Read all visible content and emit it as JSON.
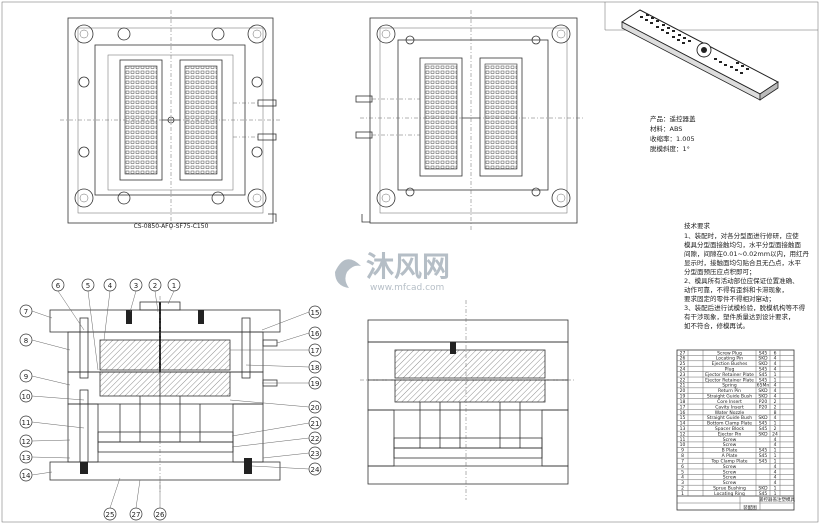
{
  "drawing_code": "CS-0850-AFO-SF75-C150",
  "callouts": [
    "1",
    "2",
    "3",
    "4",
    "5",
    "6",
    "7",
    "8",
    "9",
    "10",
    "11",
    "12",
    "13",
    "14",
    "15",
    "16",
    "17",
    "18",
    "19",
    "20",
    "21",
    "22",
    "23",
    "24",
    "25",
    "26",
    "27"
  ],
  "product_info": {
    "line1": "产品：遥控器盖",
    "line2": "材料：ABS",
    "line3": "收缩率：1.005",
    "line4": "脱模斜度：1°"
  },
  "tech_notes": {
    "title": "技术要求",
    "lines": [
      "1、装配时，对各分型面进行修研，应使",
      "模具分型面接触均匀，水平分型面接触面",
      "间隙，间隙在0.01~0.02mm以内，用红丹",
      "显示时，接触面均匀贴合且无凸点，水平",
      "分型面预压应点积即可；",
      "2、模具所有活动部位应保证位置准确、",
      "动作可靠，不得有歪斜和卡滞现象，",
      "要求固定的零件不得相对窜动；",
      "3、装配后进行试模检验，脱模机构等不得",
      "有干涉现象，塑件质量达到设计要求，",
      "如不符合，修模再试。"
    ]
  },
  "watermark": {
    "brand": "沐风网",
    "url": "www.mfcad.com"
  },
  "bom_rows": [
    {
      "no": "27",
      "code": "",
      "name": "Screw Plug",
      "mat": "S45",
      "qty": "6"
    },
    {
      "no": "26",
      "code": "",
      "name": "Locating Pin",
      "mat": "SKD",
      "qty": "4"
    },
    {
      "no": "25",
      "code": "",
      "name": "Ejection Bushes",
      "mat": "SKD",
      "qty": "4"
    },
    {
      "no": "24",
      "code": "",
      "name": "Plug",
      "mat": "S45",
      "qty": "4"
    },
    {
      "no": "23",
      "code": "",
      "name": "Ejector Retainer Plate",
      "mat": "S45",
      "qty": "1"
    },
    {
      "no": "22",
      "code": "",
      "name": "Ejector Retainer Plate",
      "mat": "S45",
      "qty": "1"
    },
    {
      "no": "21",
      "code": "",
      "name": "Spring",
      "mat": "65Mn",
      "qty": "4"
    },
    {
      "no": "20",
      "code": "",
      "name": "Return Pin",
      "mat": "SKD",
      "qty": "4"
    },
    {
      "no": "19",
      "code": "",
      "name": "Straight Guide Bush",
      "mat": "SKD",
      "qty": "4"
    },
    {
      "no": "18",
      "code": "",
      "name": "Core Insert",
      "mat": "P20",
      "qty": "2"
    },
    {
      "no": "17",
      "code": "",
      "name": "Cavity Insert",
      "mat": "P20",
      "qty": "2"
    },
    {
      "no": "16",
      "code": "",
      "name": "Water Nozzle",
      "mat": "",
      "qty": "8"
    },
    {
      "no": "15",
      "code": "",
      "name": "Straight Guide Bush",
      "mat": "SKD",
      "qty": "4"
    },
    {
      "no": "14",
      "code": "",
      "name": "Bottom Clamp Plate",
      "mat": "S45",
      "qty": "1"
    },
    {
      "no": "13",
      "code": "",
      "name": "Spacer Block",
      "mat": "S45",
      "qty": "2"
    },
    {
      "no": "12",
      "code": "",
      "name": "Ejector Pin",
      "mat": "SKD",
      "qty": "24"
    },
    {
      "no": "11",
      "code": "",
      "name": "Screw",
      "mat": "",
      "qty": "4"
    },
    {
      "no": "10",
      "code": "",
      "name": "Screw",
      "mat": "",
      "qty": "4"
    },
    {
      "no": "9",
      "code": "",
      "name": "B Plate",
      "mat": "S45",
      "qty": "1"
    },
    {
      "no": "8",
      "code": "",
      "name": "A Plate",
      "mat": "S45",
      "qty": "1"
    },
    {
      "no": "7",
      "code": "",
      "name": "Top Clamp Plate",
      "mat": "S45",
      "qty": "1"
    },
    {
      "no": "6",
      "code": "",
      "name": "Screw",
      "mat": "",
      "qty": "4"
    },
    {
      "no": "5",
      "code": "",
      "name": "Screw",
      "mat": "",
      "qty": "4"
    },
    {
      "no": "4",
      "code": "",
      "name": "Screw",
      "mat": "",
      "qty": "4"
    },
    {
      "no": "3",
      "code": "",
      "name": "Screw",
      "mat": "",
      "qty": "4"
    },
    {
      "no": "2",
      "code": "",
      "name": "Sprue Bushing",
      "mat": "SKD",
      "qty": "1"
    },
    {
      "no": "1",
      "code": "",
      "name": "Locating Ring",
      "mat": "S45",
      "qty": "1"
    }
  ],
  "title_block": {
    "drawing_name": "装配图",
    "project": "遥控器盖注塑模具"
  }
}
